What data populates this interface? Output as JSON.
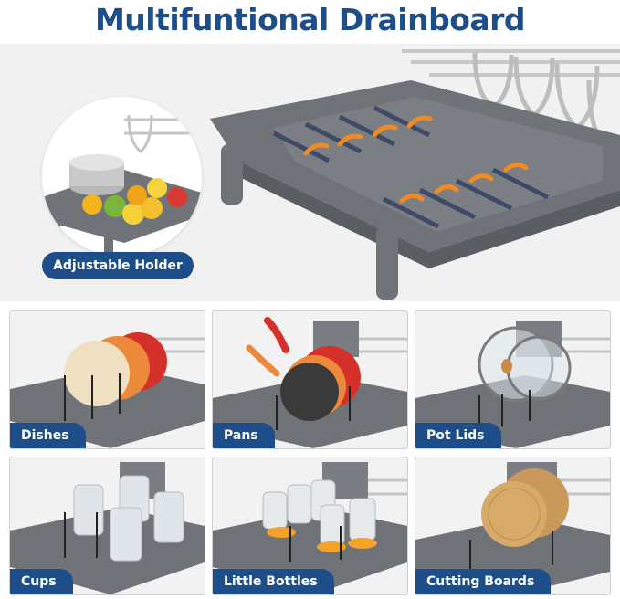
{
  "header": {
    "title": "Multifuntional Drainboard"
  },
  "hero": {
    "badge": "Adjustable Holder"
  },
  "panels": [
    {
      "label": "Dishes"
    },
    {
      "label": "Pans"
    },
    {
      "label": "Pot Lids"
    },
    {
      "label": "Cups"
    },
    {
      "label": "Little Bottles"
    },
    {
      "label": "Cutting Boards"
    }
  ],
  "colors": {
    "brand": "#1d4e89",
    "tray": "#6f7378",
    "arrow": "#f08a24"
  }
}
